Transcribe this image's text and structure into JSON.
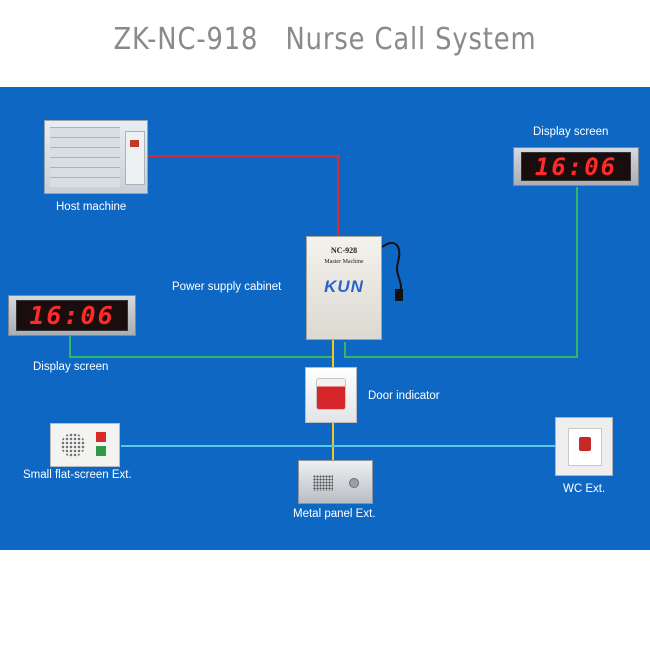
{
  "title": "ZK-NC-918   Nurse Call System",
  "colors": {
    "panel_background": "#0f67c4",
    "host_link_wire": "#d32f2f",
    "display_bus_wire": "#2fb86a",
    "call_bus_wire": "#f3c623",
    "extension_bus_wire": "#5ac8e8"
  },
  "nodes": {
    "host_machine": {
      "label": "Host machine"
    },
    "power_supply_cabinet": {
      "label": "Power supply cabinet",
      "model": "NC-928",
      "subtitle": "Master Machine",
      "logo": "KUN"
    },
    "display_screen_right": {
      "label": "Display screen",
      "time": "16:06"
    },
    "display_screen_left": {
      "label": "Display screen",
      "time": "16:06"
    },
    "door_indicator": {
      "label": "Door indicator"
    },
    "small_flat_screen_ext": {
      "label": "Small flat-screen Ext."
    },
    "metal_panel_ext": {
      "label": "Metal panel Ext."
    },
    "wc_ext": {
      "label": "WC Ext."
    }
  }
}
